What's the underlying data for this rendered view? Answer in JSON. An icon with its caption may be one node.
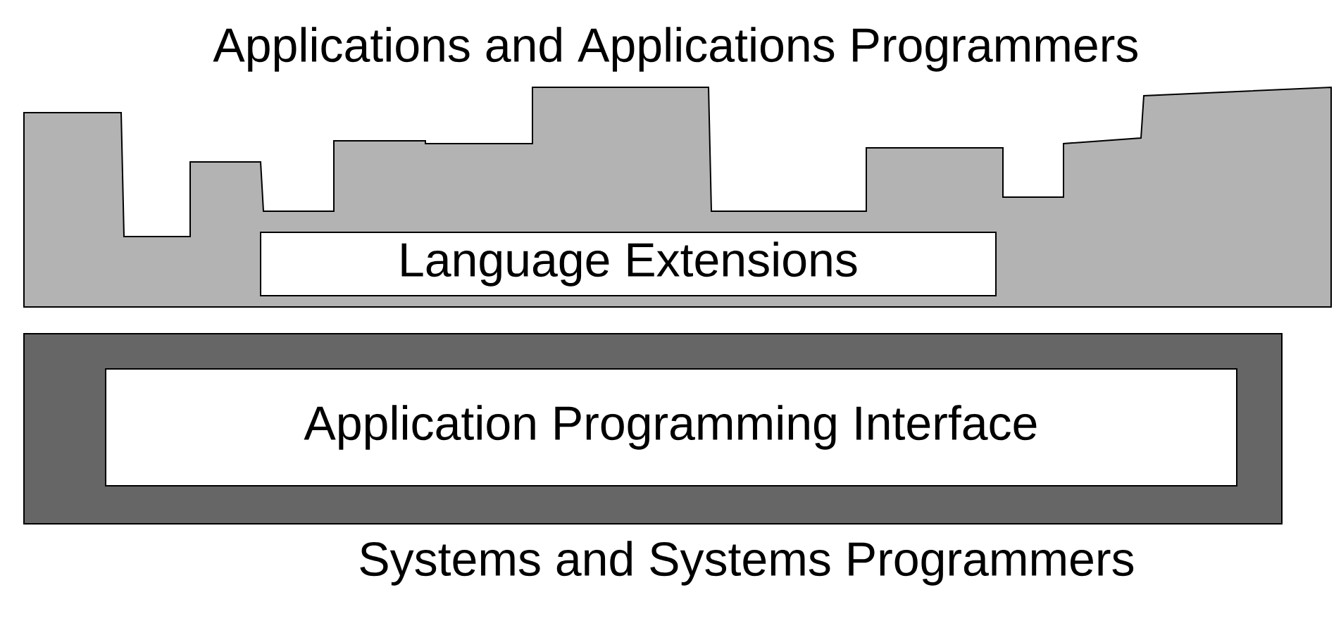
{
  "diagram": {
    "nodes": [
      {
        "text": [],
        "shape": "band"
      },
      {
        "text": [
          "Language Extensions"
        ],
        "in": 0
      },
      {
        "text": [],
        "shape": "band"
      },
      {
        "text": [
          "Application Programming Interface"
        ],
        "in": 2
      }
    ],
    "labels": [
      "Applications and Applications Programmers",
      "Systems and Systems Programmers"
    ]
  }
}
